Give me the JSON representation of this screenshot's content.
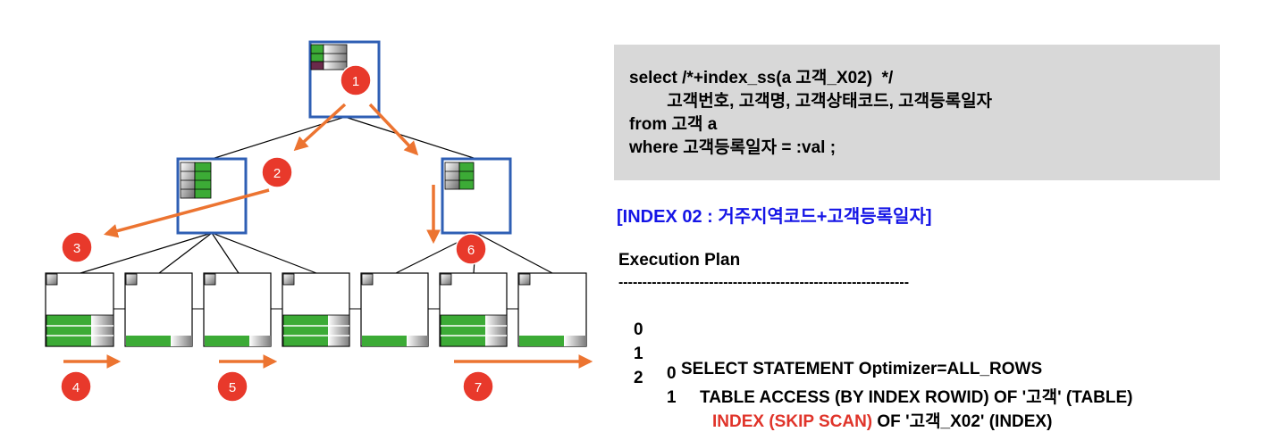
{
  "sql": {
    "lines": [
      "select /*+index_ss(a 고객_X02)  */",
      "        고객번호, 고객명, 고객상태코드, 고객등록일자",
      "from 고객 a",
      "where 고객등록일자 = :val ;"
    ]
  },
  "index_title": "[INDEX 02 : 거주지역코드+고객등록일자]",
  "plan": {
    "title": "Execution Plan",
    "divider": "-------------------------------------------------------------",
    "rows": [
      {
        "id": "0",
        "parent": "",
        "pre": "SELECT STATEMENT Optimizer=ALL_ROWS",
        "highlight": "",
        "post": ""
      },
      {
        "id": "1",
        "parent": "0",
        "pre": "TABLE ACCESS (BY INDEX ROWID) OF '고객' (TABLE)",
        "highlight": "",
        "post": ""
      },
      {
        "id": "2",
        "parent": "1",
        "pre": "",
        "highlight": "INDEX (SKIP SCAN)",
        "post": " OF '고객_X02' (INDEX)"
      }
    ]
  },
  "steps": [
    "1",
    "2",
    "3",
    "4",
    "5",
    "6",
    "7"
  ],
  "colors": {
    "node_border": "#2f5fb4",
    "arrow": "#ec7431",
    "badge": "#e8392b",
    "index_green": "#3cab36",
    "highlight": "#e0342a",
    "sql_background": "#d8d8d8"
  }
}
